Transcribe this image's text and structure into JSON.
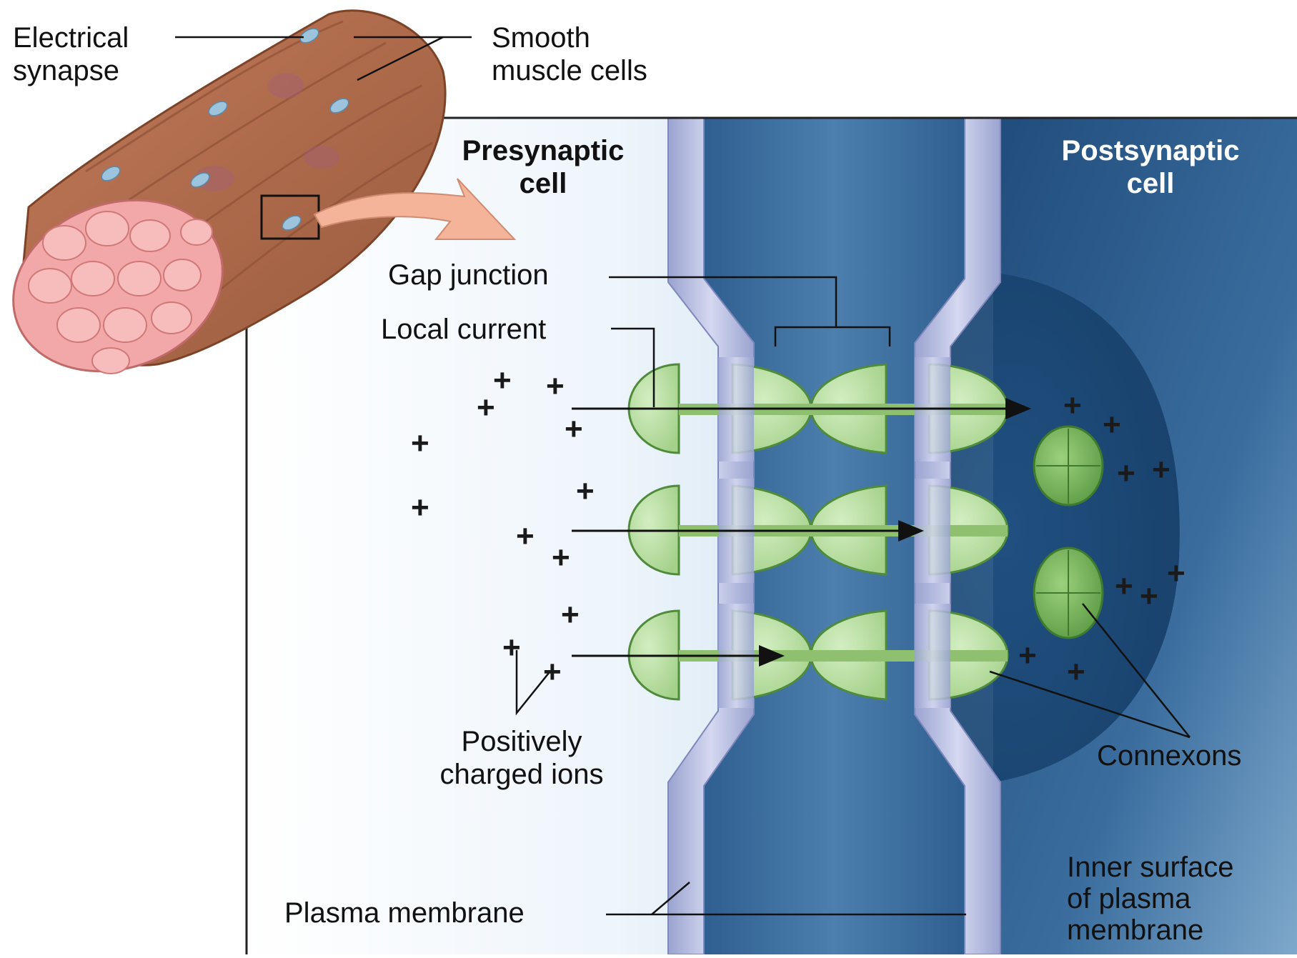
{
  "labels": {
    "electrical_synapse": [
      "Electrical",
      "synapse"
    ],
    "smooth_muscle": [
      "Smooth",
      "muscle cells"
    ],
    "presynaptic": [
      "Presynaptic",
      "cell"
    ],
    "postsynaptic": [
      "Postsynaptic",
      "cell"
    ],
    "gap_junction": "Gap junction",
    "local_current": "Local current",
    "positive_ions": [
      "Positively",
      "charged ions"
    ],
    "connexons": "Connexons",
    "plasma_membrane": "Plasma membrane",
    "inner_surface": [
      "Inner surface",
      "of plasma",
      "membrane"
    ]
  },
  "plus_symbol": "+",
  "colors": {
    "muscle_brown": "#b06a4c",
    "muscle_section_pink": "#f2a6a6",
    "presynaptic_light": "#eaf3fb",
    "cleft_blue": "#3a6c9c",
    "postsynaptic_blue": "#214f7e",
    "membrane_lavender": "#b9bfe0",
    "connexon_green": "#b4dca0",
    "arrow_salmon": "#f4b49a"
  }
}
